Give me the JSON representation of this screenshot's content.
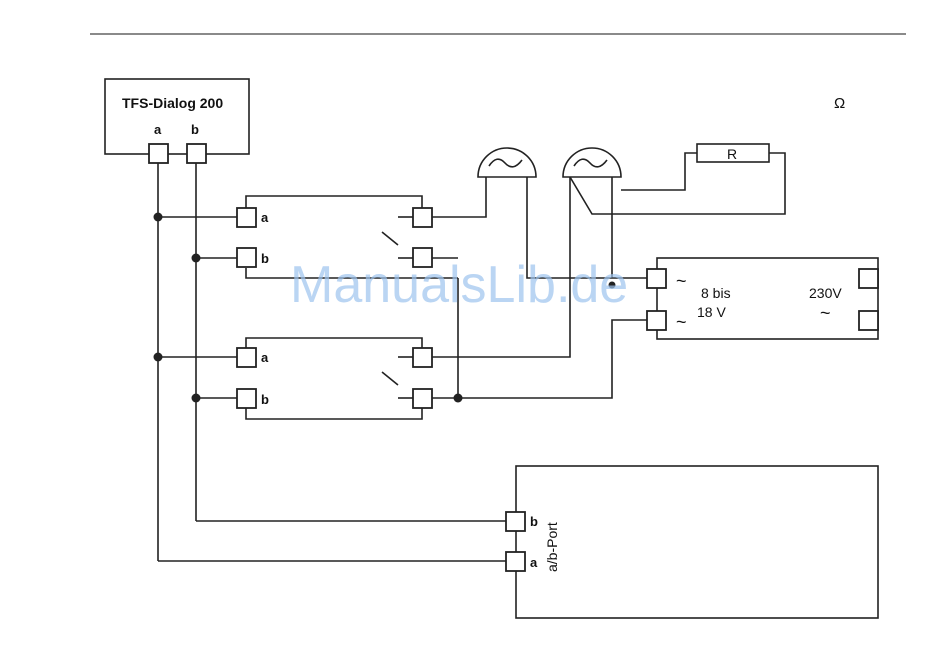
{
  "device": {
    "title": "TFS-Dialog 200",
    "terminal_a": "a",
    "terminal_b": "b"
  },
  "relay1": {
    "terminal_a": "a",
    "terminal_b": "b"
  },
  "relay2": {
    "terminal_a": "a",
    "terminal_b": "b"
  },
  "resistor": {
    "label": "R"
  },
  "transformer": {
    "ac_symbol": "~",
    "low_voltage_line1": "8 bis",
    "low_voltage_line2": "18 V",
    "mains_voltage": "230V"
  },
  "port": {
    "label": "a/b-Port",
    "terminal_a": "a",
    "terminal_b": "b"
  },
  "ohm_symbol": "Ω",
  "watermark": "ManualsLib.de"
}
